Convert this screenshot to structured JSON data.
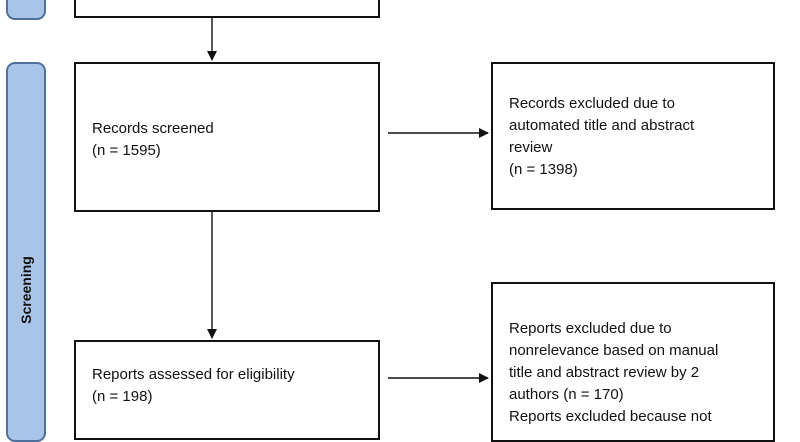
{
  "phases": {
    "screening_label": "Screening"
  },
  "boxes": {
    "records_screened": {
      "lines": [
        "Records screened",
        "(n = 1595)"
      ]
    },
    "records_excluded": {
      "lines": [
        "Records excluded due to",
        "automated title and abstract",
        "review",
        "(n = 1398)"
      ]
    },
    "reports_assessed": {
      "lines": [
        "Reports assessed for eligibility",
        "(n = 198)"
      ]
    },
    "reports_excluded": {
      "lines": [
        "Reports excluded due to",
        "nonrelevance based on manual",
        "title and abstract review by 2",
        "authors (n = 170)",
        "Reports excluded because not"
      ]
    }
  },
  "colors": {
    "phase_fill": "#a9c4e6",
    "phase_border": "#4f6f9c",
    "line": "#111111"
  }
}
